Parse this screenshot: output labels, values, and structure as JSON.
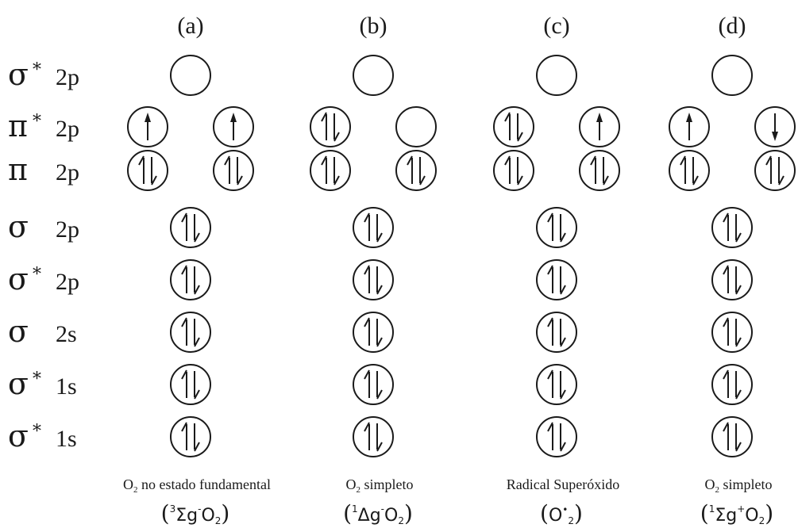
{
  "levels": [
    {
      "symbol": "σ",
      "star": "*",
      "orbital": "2p"
    },
    {
      "symbol": "π",
      "star": "*",
      "orbital": "2p"
    },
    {
      "symbol": "π",
      "star": "",
      "orbital": "2p"
    },
    {
      "symbol": "σ",
      "star": "",
      "orbital": "2p"
    },
    {
      "symbol": "σ",
      "star": "*",
      "orbital": "2p"
    },
    {
      "symbol": "σ",
      "star": "",
      "orbital": "2s"
    },
    {
      "symbol": "σ",
      "star": "*",
      "orbital": "1s"
    },
    {
      "symbol": "σ",
      "star": "*",
      "orbital": "1s"
    }
  ],
  "columns": [
    {
      "letter": "(a)",
      "caption": {
        "pre": "O",
        "sub": "2",
        "post": " no estado fundamental"
      },
      "term": {
        "sup_left": "3",
        "main": "Σg",
        "sup_right": "-",
        "species": "O",
        "species_sub": "2",
        "species_sup": ""
      },
      "occupancy": {
        "sigma_star_2p": "empty",
        "pi_star_2p": [
          "up",
          "up"
        ],
        "pi_2p": [
          "pair",
          "pair"
        ],
        "sigma_2p": "pair",
        "sigma_star_2p_low": "pair",
        "sigma_2s": "pair",
        "sigma_star_1s_a": "pair",
        "sigma_star_1s_b": "pair"
      }
    },
    {
      "letter": "(b)",
      "caption": {
        "pre": "O",
        "sub": "2",
        "post": " simpleto"
      },
      "term": {
        "sup_left": "1",
        "main": "Δg",
        "sup_right": "-",
        "species": "O",
        "species_sub": "2",
        "species_sup": ""
      },
      "occupancy": {
        "sigma_star_2p": "empty",
        "pi_star_2p": [
          "pair",
          "empty"
        ],
        "pi_2p": [
          "pair",
          "pair"
        ],
        "sigma_2p": "pair",
        "sigma_star_2p_low": "pair",
        "sigma_2s": "pair",
        "sigma_star_1s_a": "pair",
        "sigma_star_1s_b": "pair"
      }
    },
    {
      "letter": "(c)",
      "caption": {
        "pre": "",
        "sub": "",
        "post": "Radical Superóxido"
      },
      "term": {
        "sup_left": "",
        "main": "",
        "sup_right": "",
        "species": "O",
        "species_sub": "2",
        "species_sup": "•"
      },
      "occupancy": {
        "sigma_star_2p": "empty",
        "pi_star_2p": [
          "pair",
          "up"
        ],
        "pi_2p": [
          "pair",
          "pair"
        ],
        "sigma_2p": "pair",
        "sigma_star_2p_low": "pair",
        "sigma_2s": "pair",
        "sigma_star_1s_a": "pair",
        "sigma_star_1s_b": "pair"
      }
    },
    {
      "letter": "(d)",
      "caption": {
        "pre": "O",
        "sub": "2",
        "post": " simpleto"
      },
      "term": {
        "sup_left": "1",
        "main": "Σg",
        "sup_right": "+",
        "species": "O",
        "species_sub": "2",
        "species_sup": ""
      },
      "occupancy": {
        "sigma_star_2p": "empty",
        "pi_star_2p": [
          "up",
          "down"
        ],
        "pi_2p": [
          "pair",
          "pair"
        ],
        "sigma_2p": "pair",
        "sigma_star_2p_low": "pair",
        "sigma_2s": "pair",
        "sigma_star_1s_a": "pair",
        "sigma_star_1s_b": "pair"
      }
    }
  ]
}
